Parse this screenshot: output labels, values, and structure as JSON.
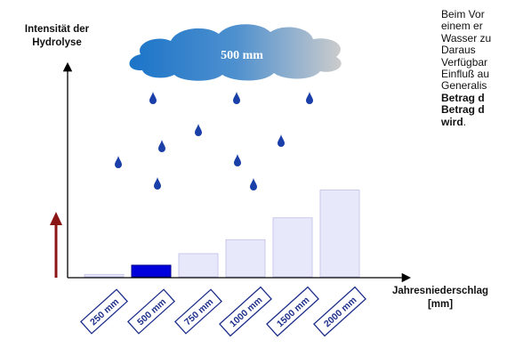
{
  "cloud": {
    "label": "500 mm"
  },
  "y_axis_title": [
    "Intensität der",
    "Hydrolyse"
  ],
  "x_axis_title": [
    "Jahresniederschlag",
    "[mm]"
  ],
  "bars": [
    {
      "label": "250 mm",
      "value": 0.4,
      "highlighted": false
    },
    {
      "label": "500 mm",
      "value": 2.0,
      "highlighted": true
    },
    {
      "label": "750 mm",
      "value": 4.0,
      "highlighted": false
    },
    {
      "label": "1000 mm",
      "value": 6.4,
      "highlighted": false
    },
    {
      "label": "1500 mm",
      "value": 10.2,
      "highlighted": false
    },
    {
      "label": "2000 mm",
      "value": 15.0,
      "highlighted": false
    }
  ],
  "side_text": {
    "lines": [
      "Beim Vor",
      "einem er",
      "Wasser zu",
      "Daraus",
      "Verfügbar",
      "Einfluß au",
      "Generalis"
    ],
    "bold_lines": [
      "Betrag d",
      "Betrag d",
      "wird"
    ],
    "tail": "."
  },
  "colors": {
    "highlight_bar": "#0000dd",
    "bar_fill": "#e8e8fb",
    "bar_stroke": "#c9c9ec",
    "arrow_red": "#8b1414",
    "drop": "#1a3fa8",
    "cloud_left": "#1b74c8",
    "cloud_right": "#cccccc",
    "tag_border": "#1c2f8a",
    "tag_text": "#1c2f8a"
  }
}
